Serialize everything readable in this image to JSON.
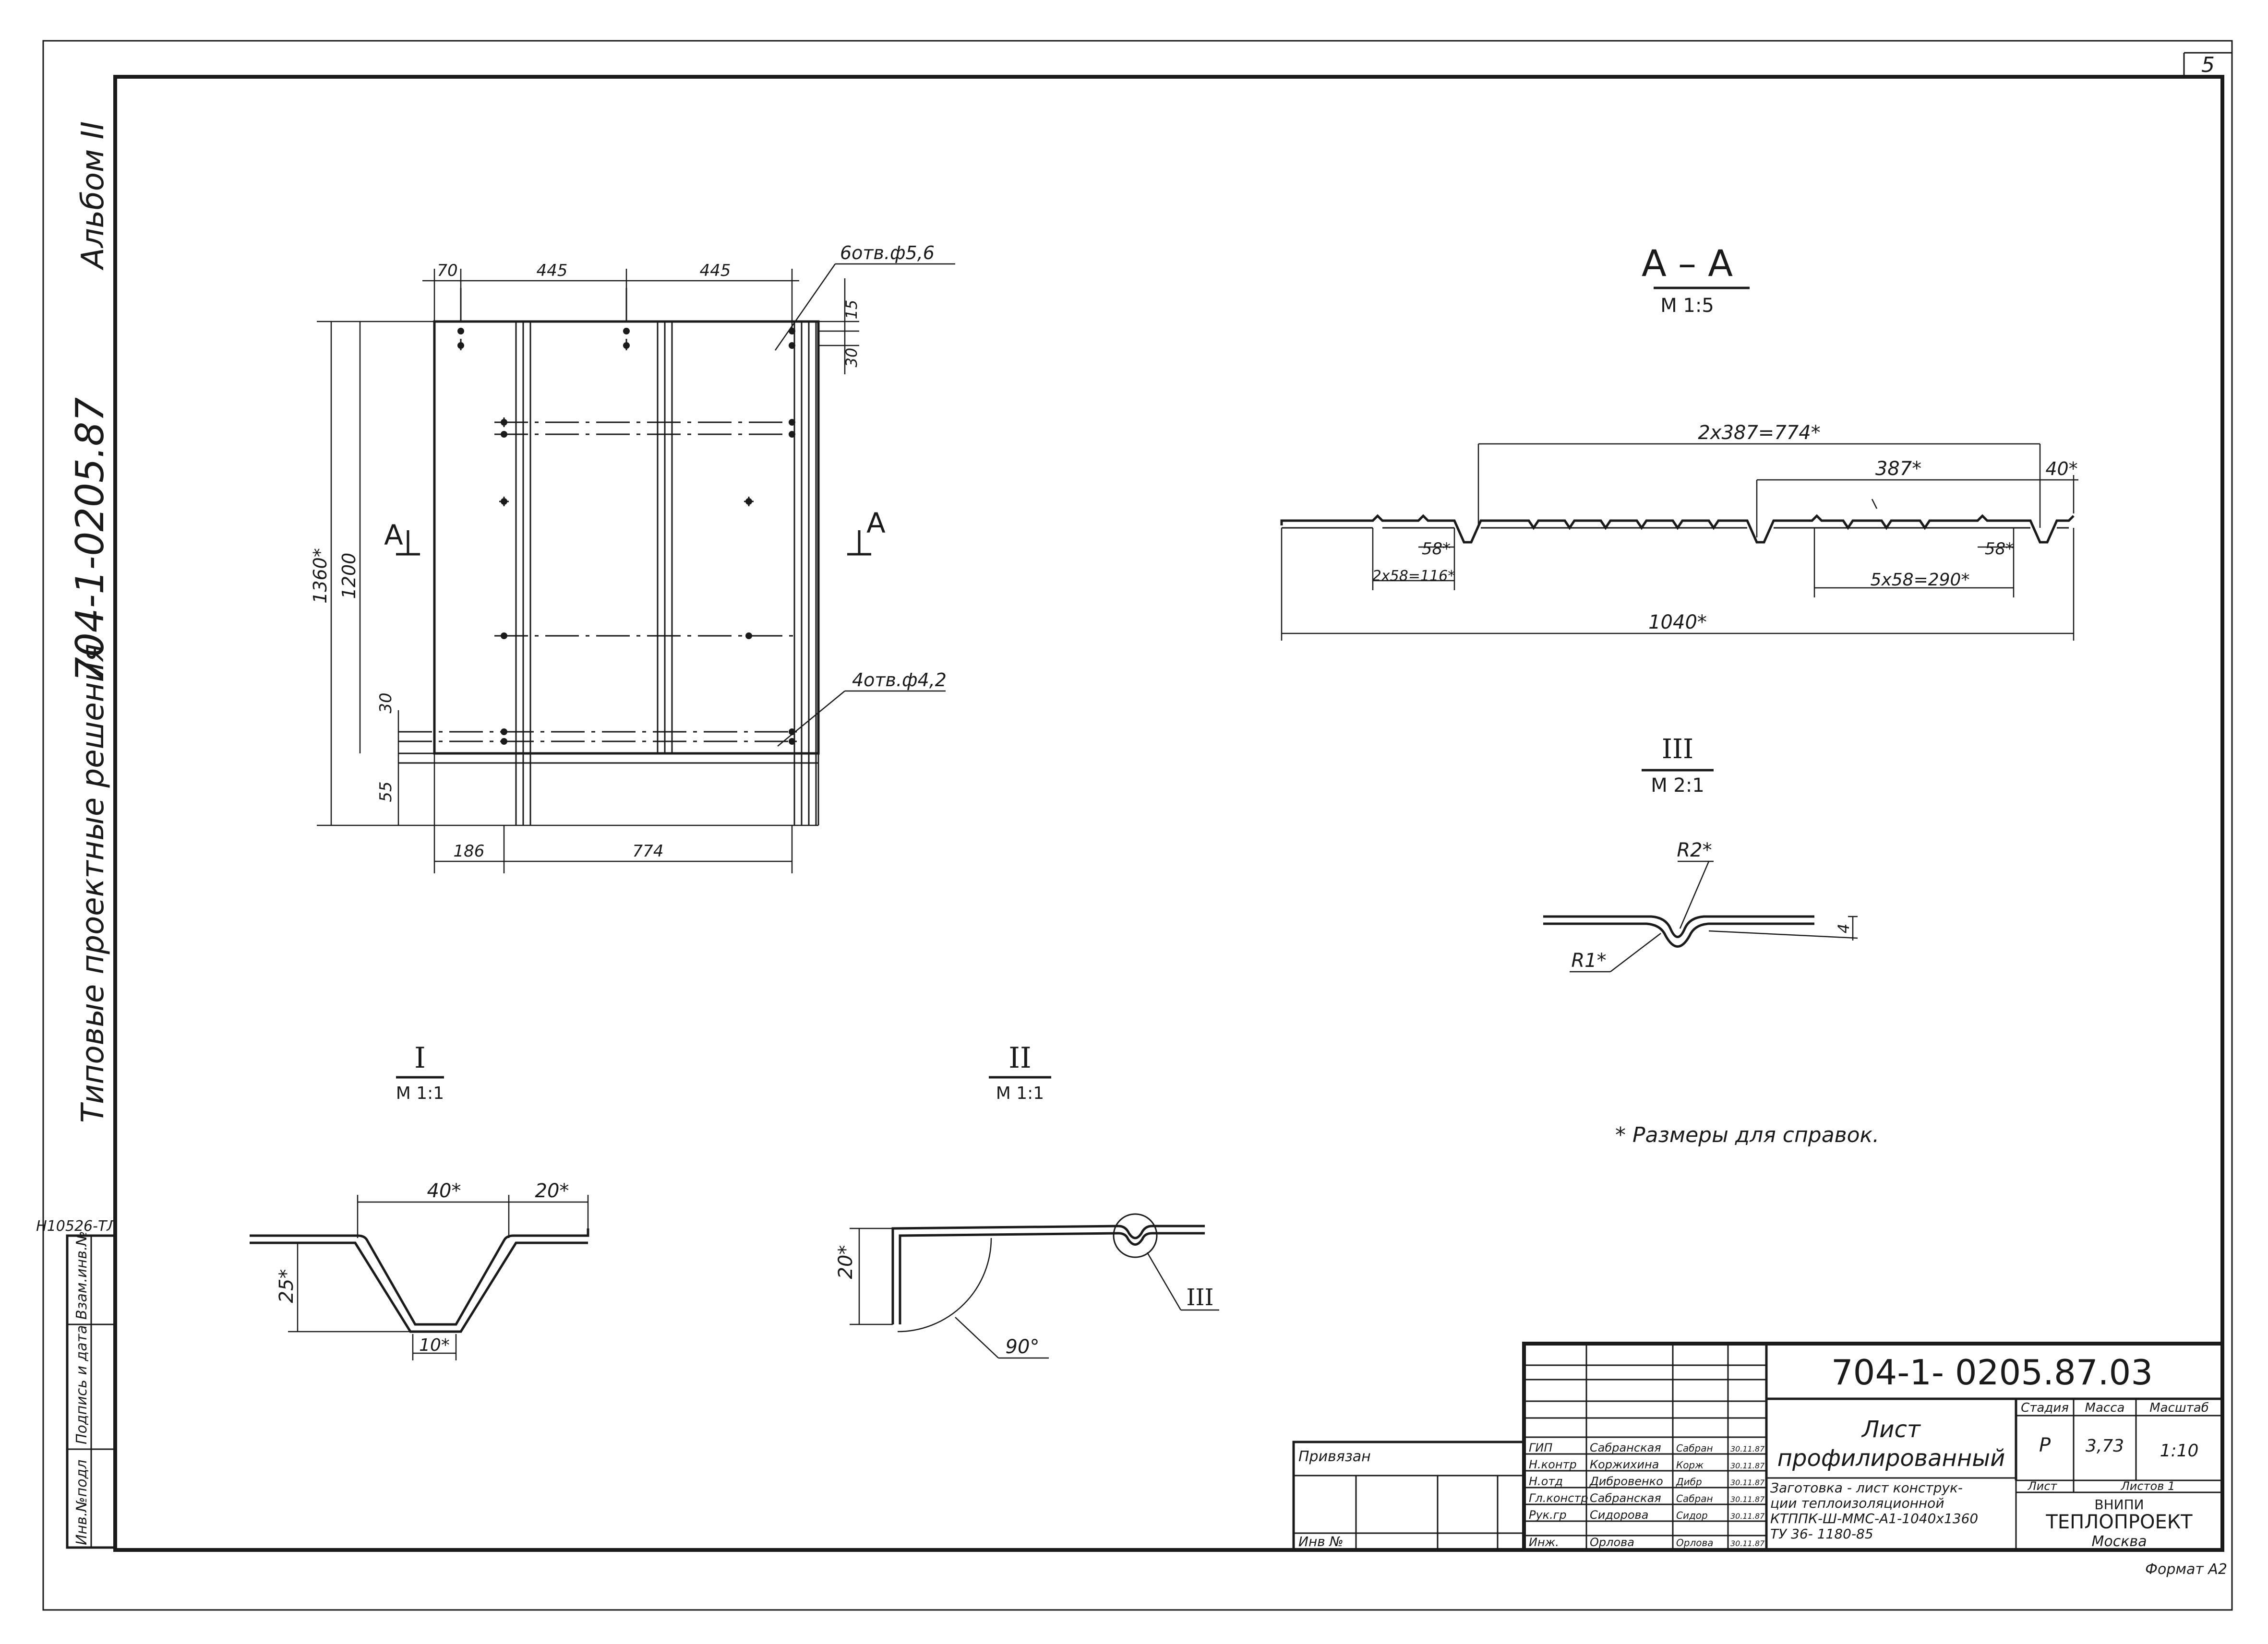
{
  "sheet_number": "5",
  "side_text": {
    "album": "Альбом II",
    "code": "704-1-0205.87",
    "series": "Типовые проектные решения",
    "inventory": "Н10526-ТЛ"
  },
  "left_stamp": {
    "cols": [
      "Инв.№подл",
      "Подпись и дата",
      "Взам.инв.№"
    ]
  },
  "plan_view": {
    "dims_top": [
      "70",
      "445",
      "445"
    ],
    "holes_top_label": "6отв.ф5,6",
    "holes_bottom_label": "4отв.ф4,2",
    "dims_right": [
      "15",
      "30"
    ],
    "dim_height_total": "1360*",
    "dim_height_inner": "1200",
    "dim_bottom_30": "30",
    "dim_bottom_55": "55",
    "dims_bottom": [
      "186",
      "774"
    ],
    "section_mark": "A"
  },
  "section_aa": {
    "title": "А – А",
    "scale": "М 1:5",
    "dim_overall": "2x387=774*",
    "dim_387": "387*",
    "dim_40": "40*",
    "dim_58_left": "58*",
    "dim_58_right": "58*",
    "dim_2x58": "2x58=116*",
    "dim_5x58": "5x58=290*",
    "dim_1040": "1040*"
  },
  "detail_3": {
    "title": "III",
    "scale": "М 2:1",
    "r2": "R2*",
    "r1": "R1*",
    "depth": "4"
  },
  "detail_1": {
    "title": "I",
    "scale": "М 1:1",
    "dim_40": "40*",
    "dim_20": "20*",
    "dim_25": "25*",
    "dim_10": "10*"
  },
  "detail_2": {
    "title": "II",
    "scale": "М 1:1",
    "dim_20": "20*",
    "angle": "90°",
    "callout": "III"
  },
  "note": "* Размеры для справок.",
  "title_block": {
    "doc_code": "704-1- 0205.87.03",
    "name_line1": "Лист",
    "name_line2": "профилированный",
    "privyazan": "Привязан",
    "inv_no": "Инв №",
    "col_heads": [
      "Стадия",
      "Масса",
      "Масштаб"
    ],
    "stage": "Р",
    "mass": "3,73",
    "scale": "1:10",
    "sheet_label": "Лист",
    "sheets_label": "Листов 1",
    "org_line1": "ВНИПИ",
    "org_line2": "ТЕПЛОПРОЕКТ",
    "org_line3": "Москва",
    "format": "Формат А2",
    "material": [
      "Заготовка - лист конструк-",
      "ции теплоизоляционной",
      "КТППК-Ш-ММС-А1-1040x1360",
      "ТУ 36- 1180-85"
    ],
    "signers": [
      {
        "role": "ГИП",
        "name": "Сабранская",
        "sign": "Сабран",
        "date": "30.11.87"
      },
      {
        "role": "Н.контр",
        "name": "Коржихина",
        "sign": "Корж",
        "date": "30.11.87"
      },
      {
        "role": "Н.отд",
        "name": "Дибровенко",
        "sign": "Дибр",
        "date": "30.11.87"
      },
      {
        "role": "Гл.констр",
        "name": "Сабранская",
        "sign": "Сабран",
        "date": "30.11.87"
      },
      {
        "role": "Рук.гр",
        "name": "Сидорова",
        "sign": "Сидор",
        "date": "30.11.87"
      },
      {
        "role": "Инж.",
        "name": "Орлова",
        "sign": "Орлова",
        "date": "30.11.87"
      }
    ]
  }
}
